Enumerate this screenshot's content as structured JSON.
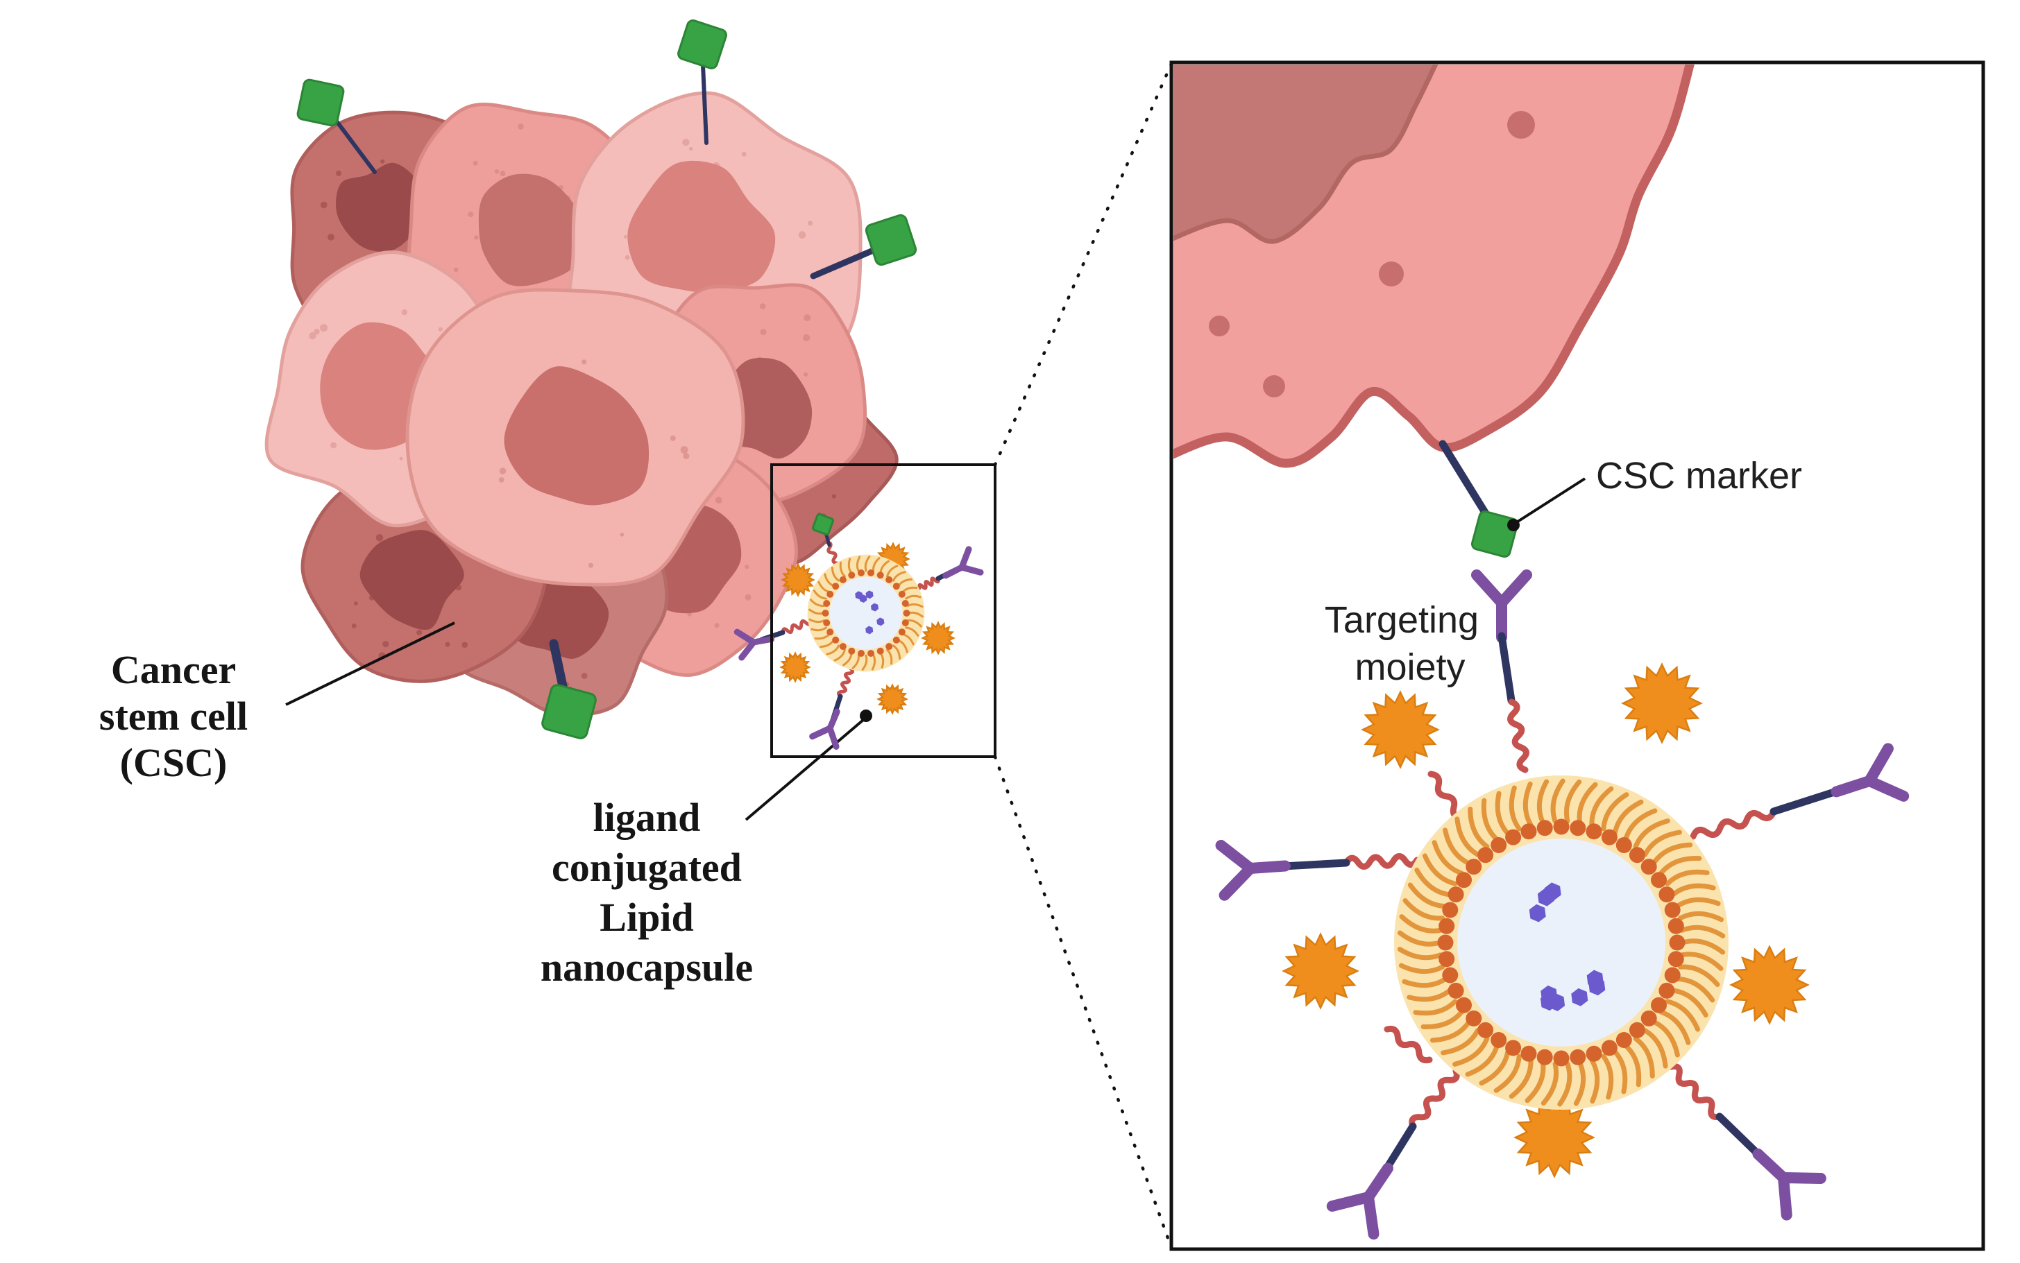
{
  "labels": {
    "cancer_stem_cell": {
      "line1": "Cancer",
      "line2": "stem cell",
      "line3": "(CSC)"
    },
    "ligand_capsule": {
      "line1": "ligand",
      "line2": "conjugated",
      "line3": "Lipid",
      "line4": "nanocapsule"
    },
    "csc_marker": "CSC marker",
    "targeting_moiety": {
      "line1": "Targeting",
      "line2": "moiety"
    }
  },
  "colors": {
    "cell_light": "#F5BDB9",
    "cell_mid": "#EE9E9B",
    "cell_dark": "#C4716E",
    "nucleus_dark": "#9B4A4B",
    "membrane_rose": "#C2615F",
    "marker_green": "#38A344",
    "stalk_navy": "#2F3561",
    "antibody_purple": "#7C4FA0",
    "burst_orange": "#F08E1D",
    "corona_yellow": "#FBE3AE",
    "lipid_tail": "#E2953B",
    "lipid_head": "#D4642C",
    "core_blue": "#EAF1FA",
    "cargo_purple": "#6A5ACD",
    "linker_red": "#C5524E",
    "outline": "#111111"
  }
}
